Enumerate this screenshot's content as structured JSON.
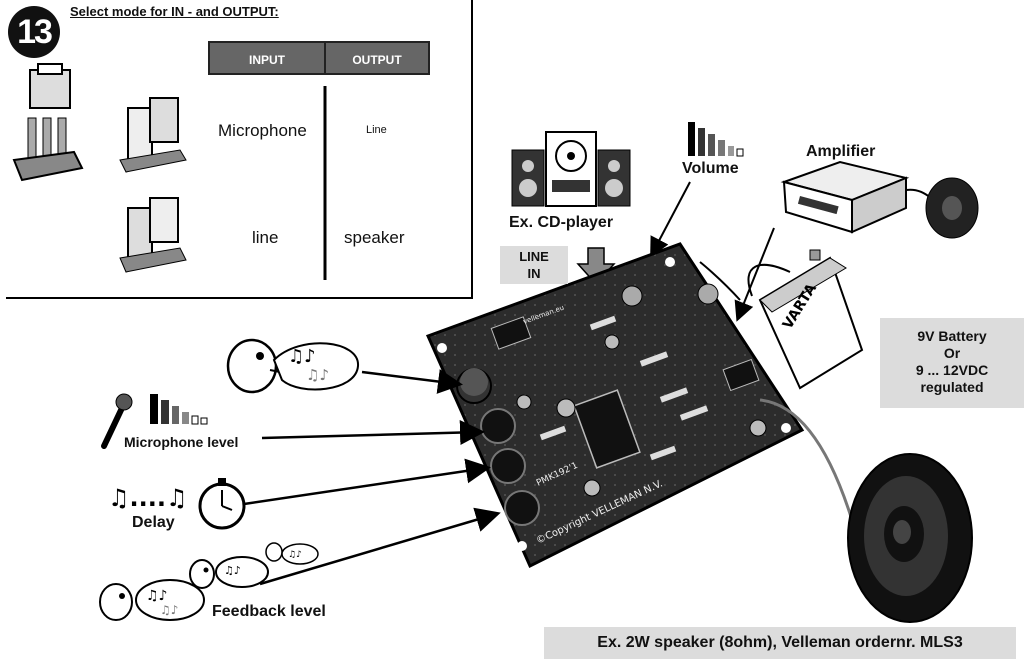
{
  "step": {
    "number": "13",
    "title": "Select mode for IN - and OUTPUT:"
  },
  "mode_table": {
    "headers": [
      "INPUT",
      "OUTPUT"
    ],
    "rows": [
      {
        "input": "Microphone",
        "output": "Line"
      },
      {
        "input": "line",
        "output": "speaker"
      }
    ]
  },
  "callouts": {
    "cd_player": "Ex. CD-player",
    "line_in": [
      "LINE",
      "IN"
    ],
    "volume": "Volume",
    "amplifier": "Amplifier",
    "battery": [
      "9V Battery",
      "Or",
      "9 ... 12VDC",
      "regulated"
    ],
    "microphone_level": "Microphone level",
    "delay": "Delay",
    "feedback_level": "Feedback level",
    "speaker_note": "Ex. 2W speaker (8ohm), Velleman ordernr. MLS3"
  },
  "pcb_text": {
    "copyright": "©Copyright VELLEMAN N.V.",
    "model": "PMK192'1",
    "battery_brand": "VARTA",
    "site": "velleman.eu"
  },
  "colors": {
    "header_fill": "#666666",
    "callout_box": "#dcdcdc",
    "pcb": "#2a2a2a"
  }
}
